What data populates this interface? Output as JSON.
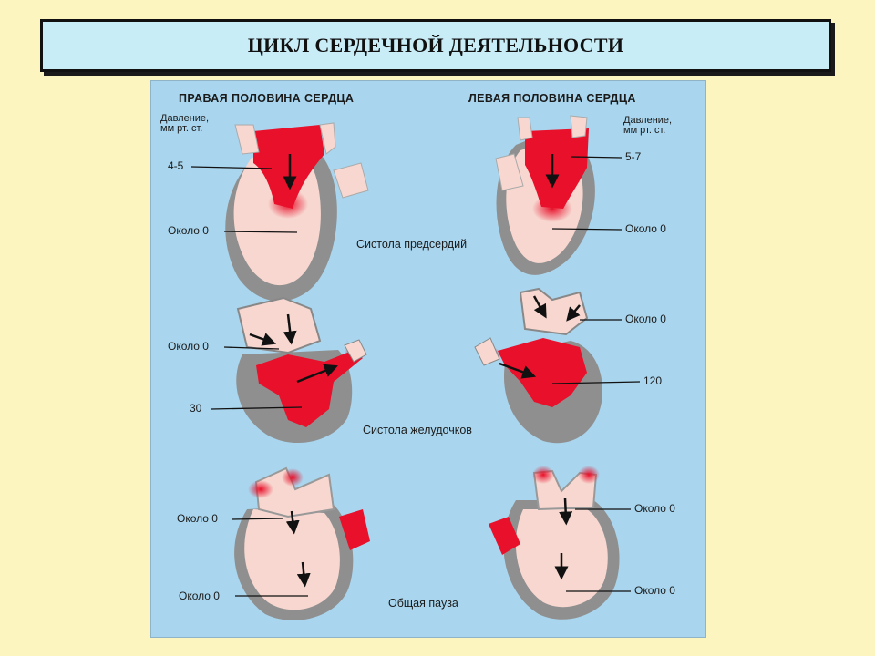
{
  "title": "ЦИКЛ СЕРДЕЧНОЙ ДЕЯТЕЛЬНОСТИ",
  "figure": {
    "headers": {
      "right_half": "ПРАВАЯ ПОЛОВИНА СЕРДЦА",
      "left_half": "ЛЕВАЯ ПОЛОВИНА СЕРДЦА"
    },
    "pressure_unit": {
      "line1": "Давление,",
      "line2": "мм рт. ст."
    },
    "phases": {
      "atrial_systole": "Систола предсердий",
      "ventricular_systole": "Систола желудочков",
      "general_pause": "Общая пауза"
    },
    "values": {
      "atrial_systole_right_atrium": "4-5",
      "atrial_systole_right_ventricle": "Около 0",
      "atrial_systole_left_atrium": "5-7",
      "atrial_systole_left_ventricle": "Около 0",
      "ventricular_systole_right_atrium": "Около 0",
      "ventricular_systole_right_ventricle": "30",
      "ventricular_systole_left_atrium": "Около 0",
      "ventricular_systole_left_ventricle": "120",
      "pause_right_atrium": "Около 0",
      "pause_right_ventricle": "Около 0",
      "pause_left_atrium": "Около 0",
      "pause_left_ventricle": "Около 0"
    }
  }
}
